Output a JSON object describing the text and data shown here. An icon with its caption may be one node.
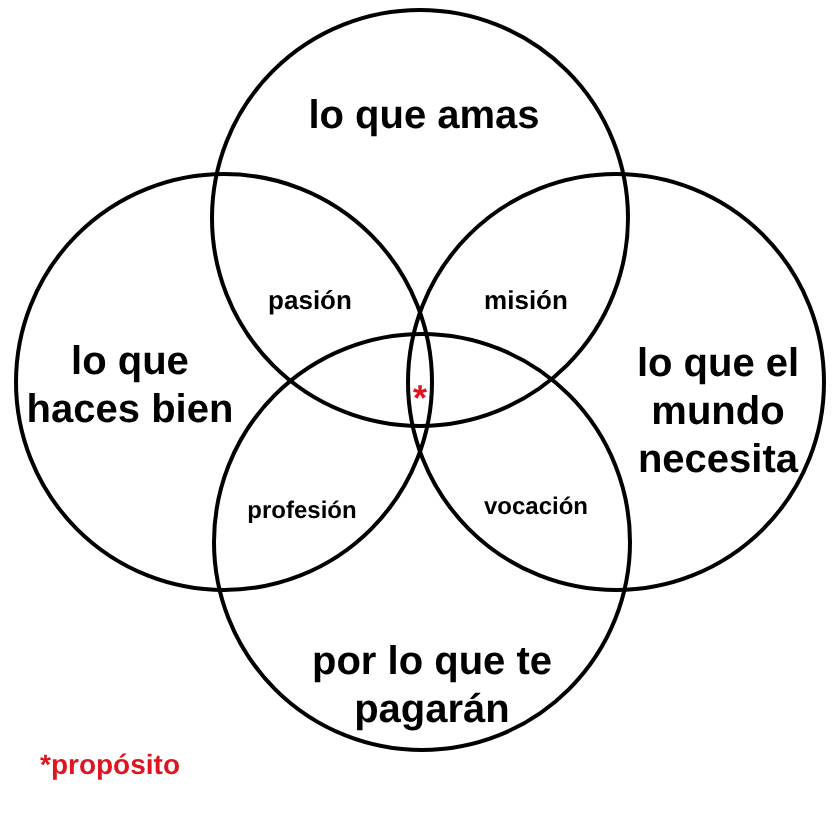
{
  "diagram": {
    "nodes": [
      {
        "text": [
          "lo que amas"
        ]
      },
      {
        "text": [
          "lo que haces bien"
        ]
      },
      {
        "text": [
          "lo que el mundo necesita"
        ]
      },
      {
        "text": [
          "por lo que te pagarán"
        ]
      }
    ],
    "labels": [
      "pasión",
      "misión",
      "*",
      "profesión",
      "vocación",
      "*propósito"
    ]
  }
}
